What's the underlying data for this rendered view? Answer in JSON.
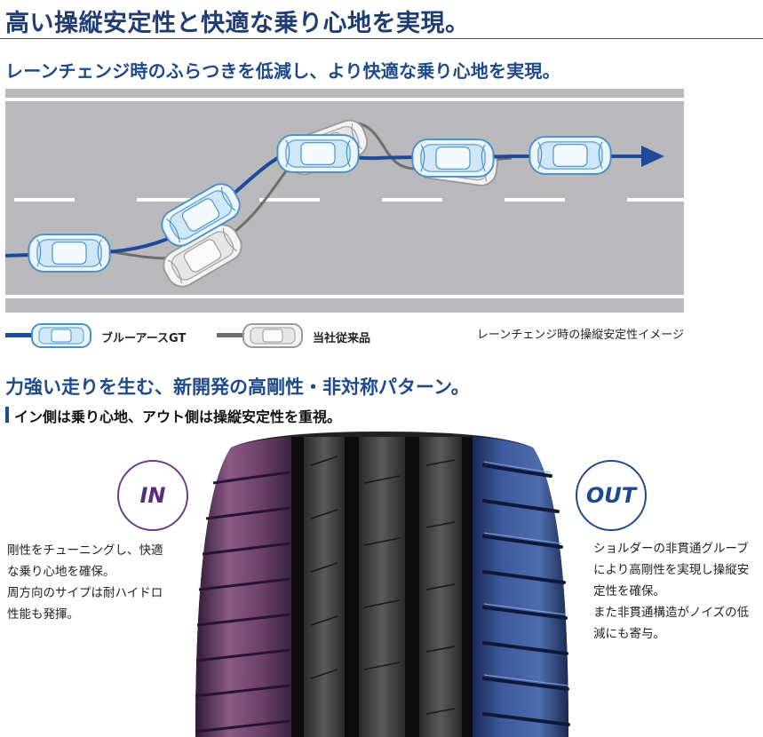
{
  "header": {
    "title": "高い操縦安定性と快適な乗り心地を実現。"
  },
  "lane_change": {
    "title": "レーンチェンジ時のふらつきを低減し、より快適な乗り心地を実現。",
    "legend": {
      "blue_label": "ブルーアースGT",
      "gray_label": "当社従来品",
      "caption": "レーンチェンジ時の操縦安定性イメージ"
    }
  },
  "pattern": {
    "title": "力強い走りを生む、新開発の高剛性・非対称パターン。",
    "subtitle": "イン側は乗り心地、アウト側は操縦安定性を重視。",
    "in": {
      "label": "IN",
      "lines": [
        "剛性をチューニングし、快適",
        "な乗り心地を確保。",
        "周方向のサイプは耐ハイドロ",
        "性能も発揮。"
      ]
    },
    "out": {
      "label": "OUT",
      "lines": [
        "ショルダーの非貫通グルーブ",
        "により高剛性を実現し操縦安",
        "定性を確保。",
        "また非貫通構造がノイズの低",
        "減にも寄与。"
      ]
    }
  },
  "colors": {
    "title": "#1f3c73",
    "accent_blue": "#1e4a8c",
    "road": "#b9b9bb",
    "in_purple": "#6a3a8a",
    "gray_line": "#6e6e6e"
  }
}
